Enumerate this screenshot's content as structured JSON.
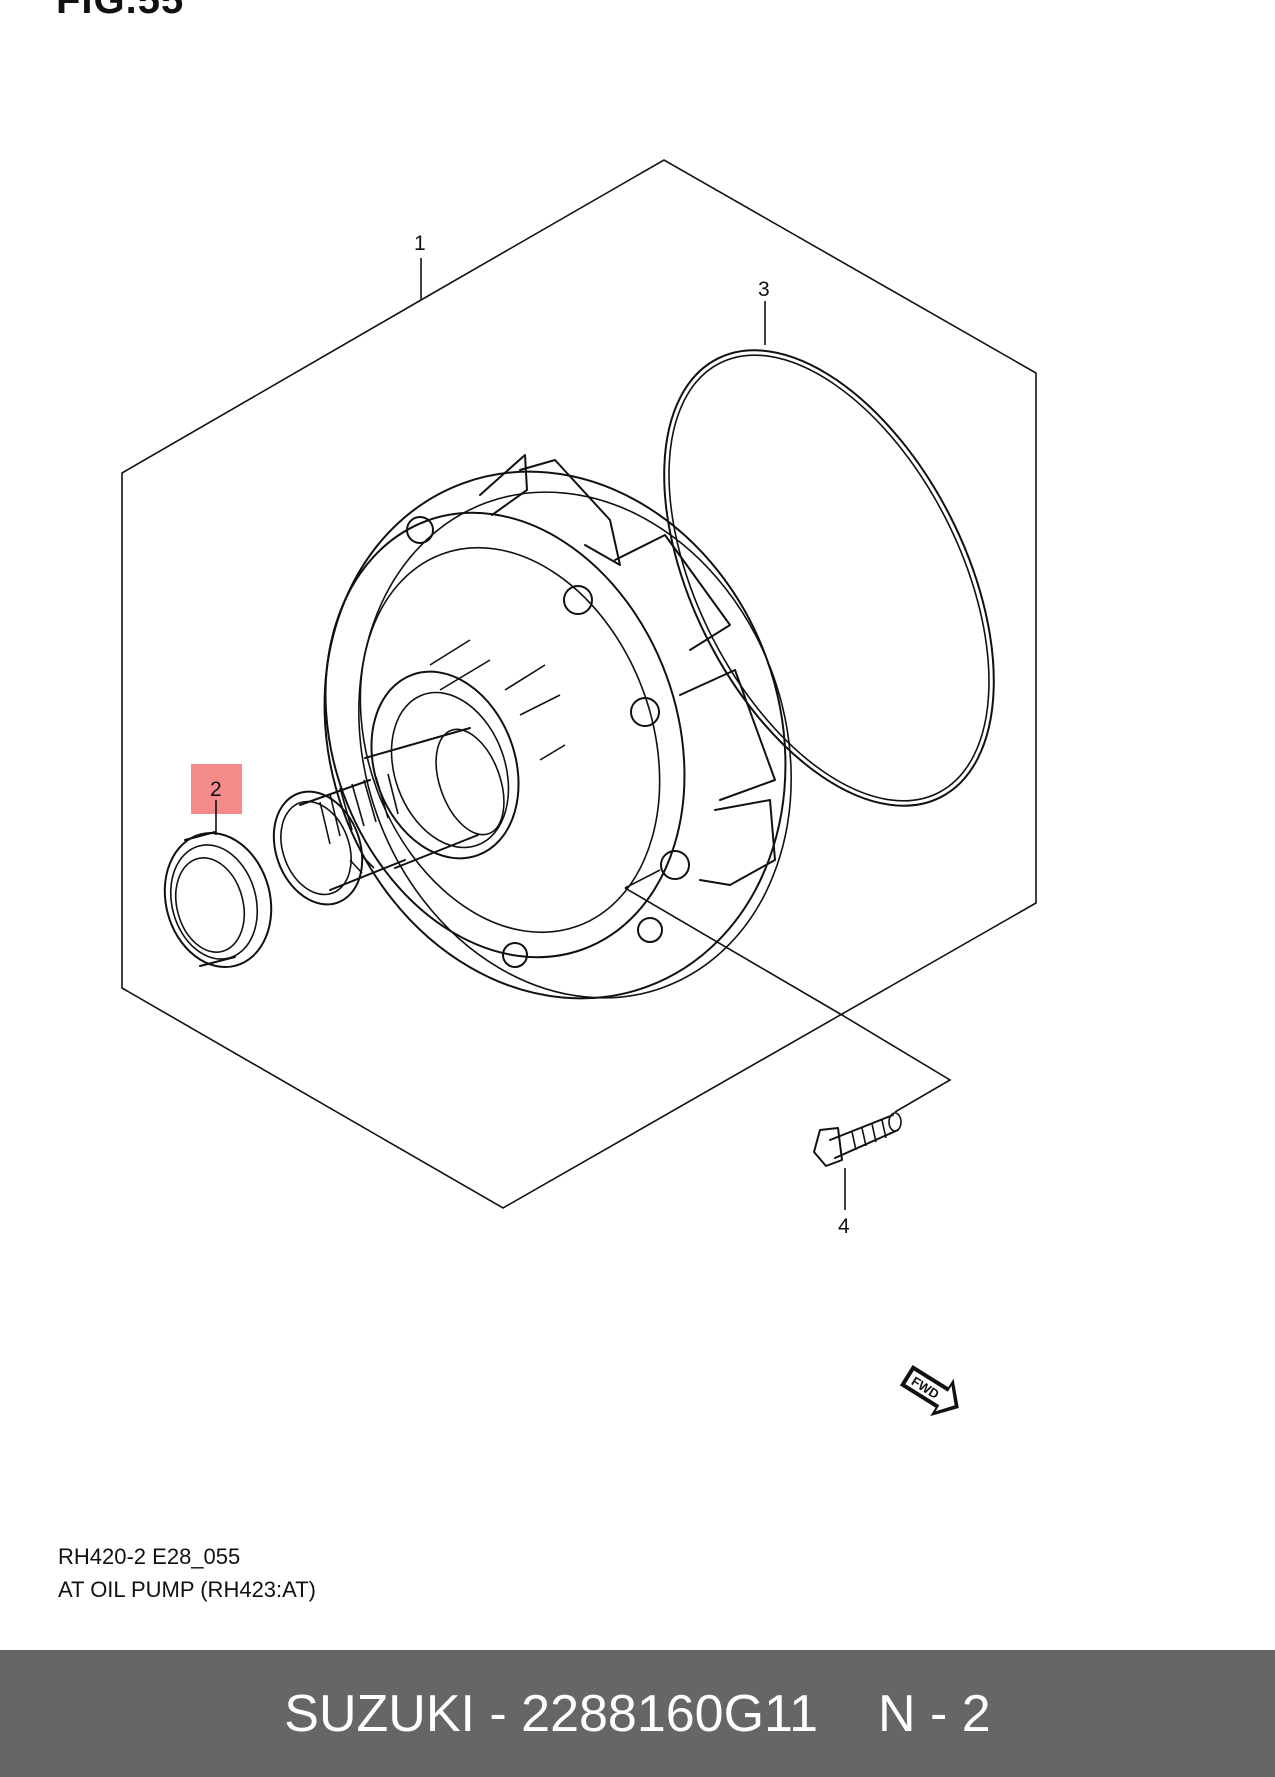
{
  "figure": {
    "label": "FIG.55",
    "code": "RH420-2 E28_055",
    "title": "AT OIL PUMP (RH423:AT)"
  },
  "callouts": [
    {
      "number": "1",
      "part": "oil-pump-assembly"
    },
    {
      "number": "2",
      "part": "oil-seal",
      "highlighted": true,
      "highlight_color": "#f48a8a"
    },
    {
      "number": "3",
      "part": "o-ring"
    },
    {
      "number": "4",
      "part": "bolt"
    }
  ],
  "direction_badge": "FWD",
  "footer": {
    "brand": "SUZUKI - 2288160G11",
    "page": "N - 2",
    "background_color": "#666666"
  }
}
